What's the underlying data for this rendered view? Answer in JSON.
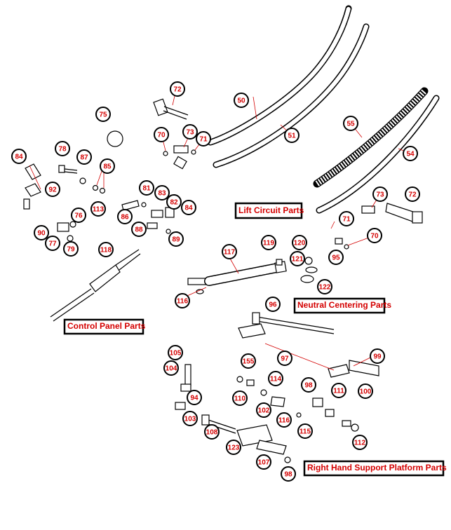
{
  "diagram": {
    "section_labels": [
      {
        "id": "lift",
        "text": "Lift Circuit Parts"
      },
      {
        "id": "neutral",
        "text": "Neutral Centering Parts"
      },
      {
        "id": "control",
        "text": "Control Panel Parts"
      },
      {
        "id": "platform",
        "text": "Right Hand Support Platform Parts"
      }
    ],
    "callouts": [
      "72",
      "50",
      "75",
      "70",
      "73",
      "71",
      "51",
      "55",
      "54",
      "84",
      "78",
      "87",
      "85",
      "92",
      "81",
      "86",
      "83",
      "82",
      "84",
      "113",
      "76",
      "90",
      "77",
      "79",
      "88",
      "89",
      "73",
      "72",
      "71",
      "70",
      "119",
      "120",
      "121",
      "95",
      "117",
      "118",
      "122",
      "116",
      "96",
      "97",
      "99",
      "105",
      "104",
      "94",
      "155",
      "114",
      "98",
      "111",
      "100",
      "110",
      "102",
      "103",
      "108",
      "116",
      "115",
      "112",
      "123",
      "107",
      "98"
    ]
  },
  "colors": {
    "callout_text": "#d40000",
    "outline": "#000000",
    "background": "#ffffff"
  }
}
